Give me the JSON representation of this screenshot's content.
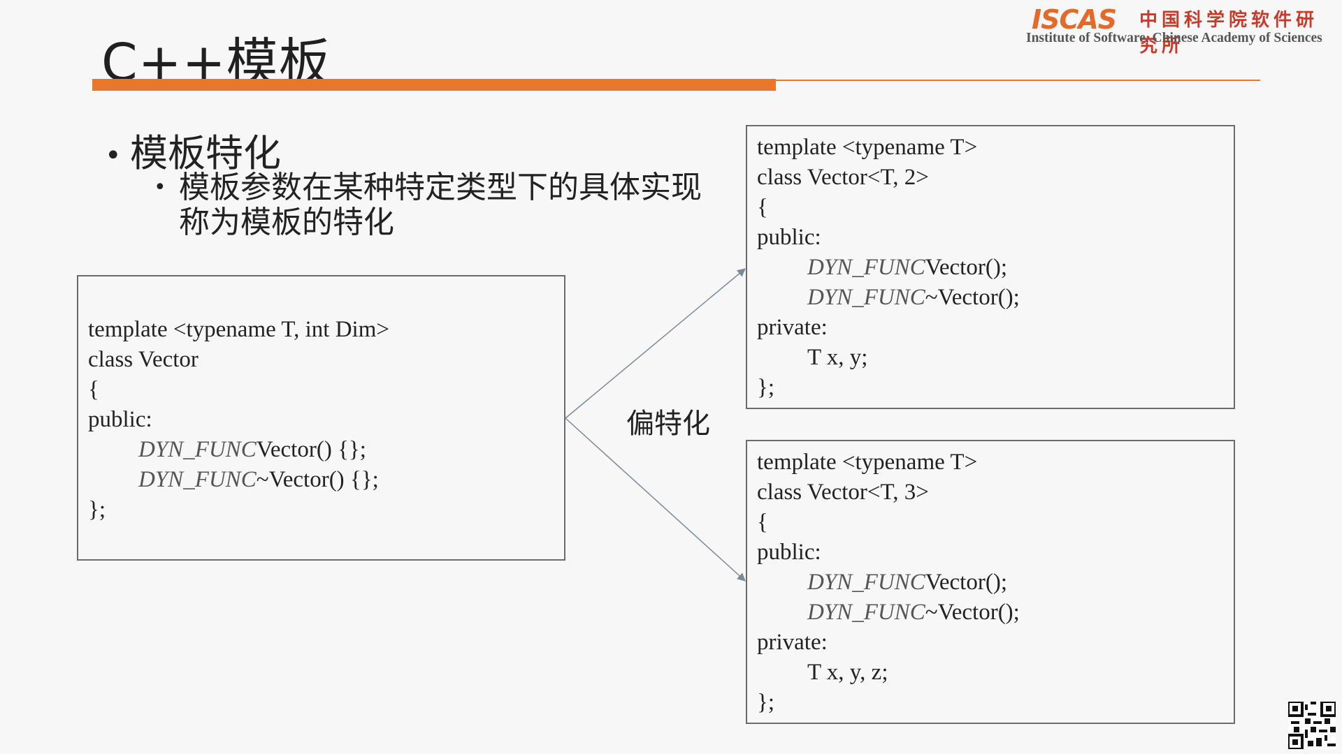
{
  "title": "C++模板",
  "logo": {
    "mark": "ISCAS",
    "cn": "中国科学院软件研究所",
    "en": "Institute of Software, Chinese Academy of Sciences"
  },
  "bullet1": "模板特化",
  "bullet2": "模板参数在某种特定类型下的具体实现称为模板的特化",
  "arrow_label": "偏特化",
  "colors": {
    "accent": "#e8772e",
    "logo": "#e46a2a"
  },
  "code_main": {
    "line1": "template <typename T, int Dim>",
    "line2": "class Vector",
    "line3": "{",
    "line4": "public:",
    "line5_kw": "DYN_FUNC",
    "line5_rest": "Vector() {};",
    "line6_kw": "DYN_FUNC",
    "line6_rest": "~Vector() {};",
    "line7": "};"
  },
  "code_spec2": {
    "line1": "template <typename T>",
    "line2": "class Vector<T, 2>",
    "line3": "{",
    "line4": "public:",
    "line5_kw": "DYN_FUNC",
    "line5_rest": "Vector();",
    "line6_kw": "DYN_FUNC",
    "line6_rest": "~Vector();",
    "line7": "private:",
    "line8": "T x, y;",
    "line9": "};"
  },
  "code_spec3": {
    "line1": "template <typename T>",
    "line2": "class Vector<T, 3>",
    "line3": "{",
    "line4": "public:",
    "line5_kw": "DYN_FUNC",
    "line5_rest": "Vector();",
    "line6_kw": "DYN_FUNC",
    "line6_rest": "~Vector();",
    "line7": "private:",
    "line8": "T x, y, z;",
    "line9": "};"
  }
}
